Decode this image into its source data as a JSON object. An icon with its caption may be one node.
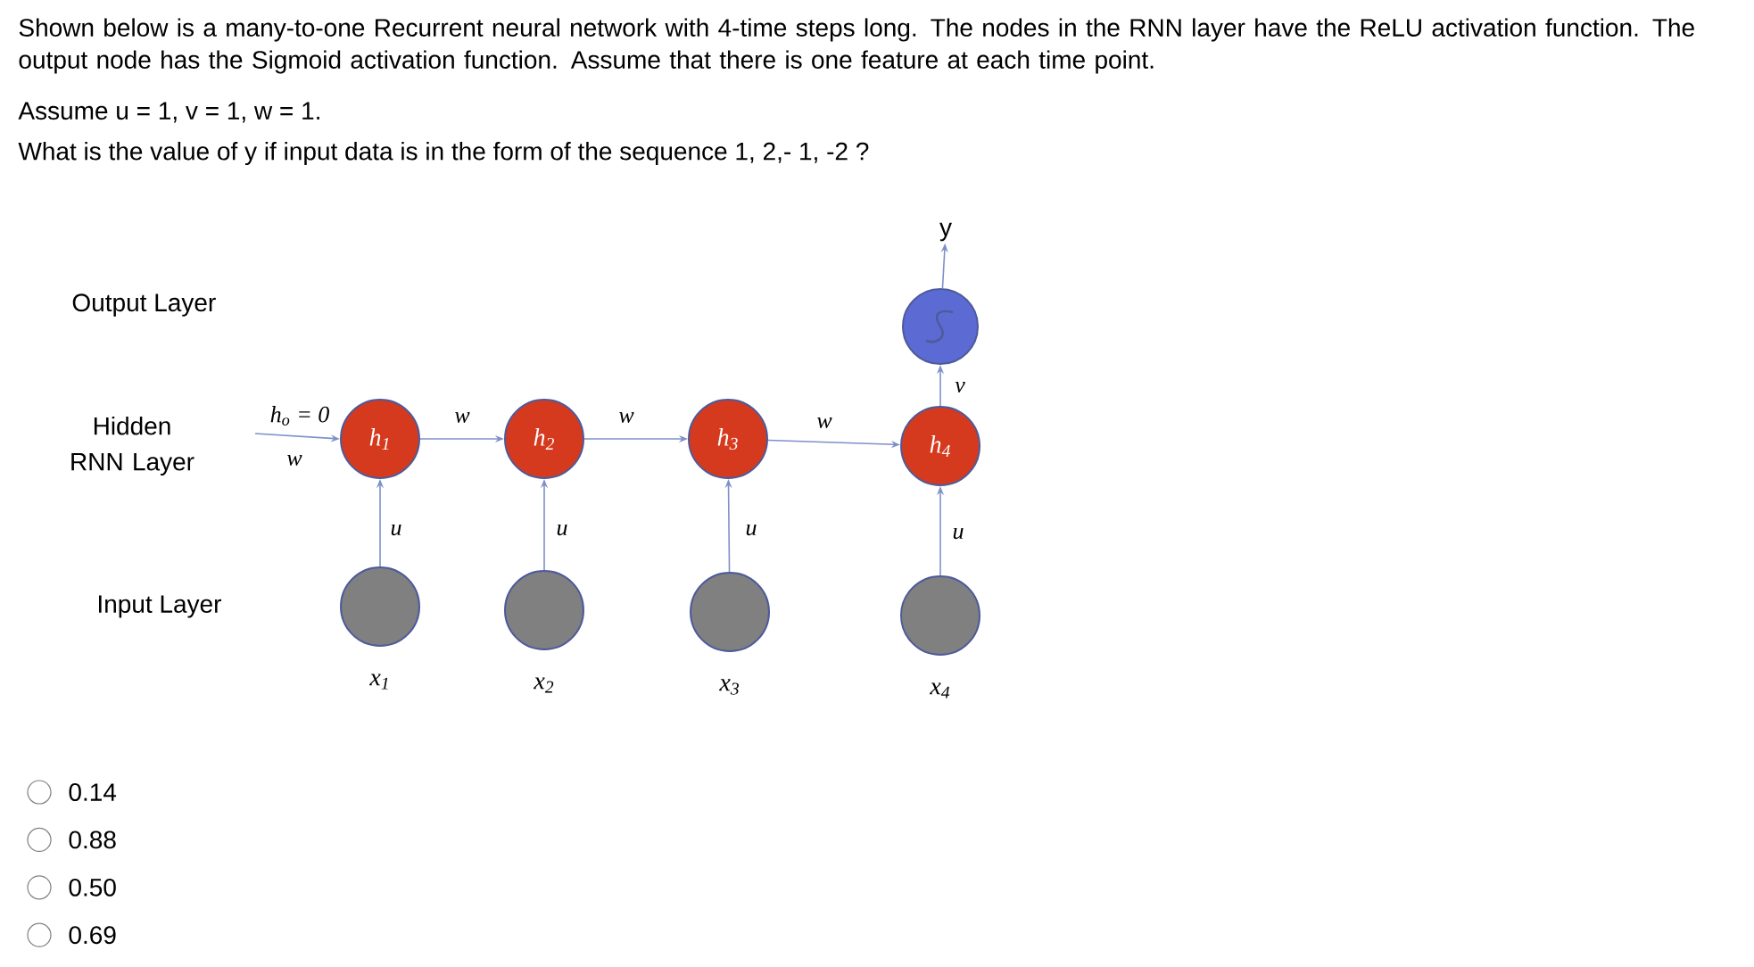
{
  "diagram": {
    "nodes": [
      {
        "text": [
          "h$_{1}$"
        ]
      },
      {
        "text": [
          "h$_{2}$"
        ]
      },
      {
        "text": [
          "h$_{3}$"
        ]
      },
      {
        "text": [
          "h$_{4}$"
        ]
      },
      {
        "text": [],
        "shape": "circle",
        "beside": [
          "x$_{1}$"
        ]
      },
      {
        "text": [],
        "shape": "circle",
        "beside": [
          "x$_{2}$"
        ]
      },
      {
        "text": [],
        "shape": "circle",
        "beside": [
          "x$_{3}$"
        ]
      },
      {
        "text": [],
        "shape": "circle",
        "beside": [
          "x$_{4}$"
        ]
      },
      {
        "text": [],
        "shape": "circle"
      },
      {
        "text": [
          "y"
        ]
      }
    ],
    "edges": [
      {
        "from": null,
        "to": 0,
        "arrow": "to",
        "label": "w"
      },
      {
        "from": 0,
        "to": 1,
        "arrow": "to",
        "label": "w"
      },
      {
        "from": 1,
        "to": 2,
        "arrow": "to",
        "label": "w"
      },
      {
        "from": 2,
        "to": 3,
        "arrow": "to",
        "label": "w"
      },
      {
        "from": 4,
        "to": 0,
        "arrow": "to",
        "label": "u"
      },
      {
        "from": 5,
        "to": 1,
        "arrow": "to",
        "label": "u"
      },
      {
        "from": 6,
        "to": 2,
        "arrow": "to",
        "label": "u"
      },
      {
        "from": 7,
        "to": 3,
        "arrow": "to",
        "label": "u"
      },
      {
        "from": 3,
        "to": 8,
        "arrow": "to",
        "label": "v"
      },
      {
        "from": 8,
        "to": 9,
        "arrow": "to"
      }
    ],
    "labels": [
      "Shown below is a many-to-one Recurrent neural network with 4-time steps long. The nodes in the RNN layer have the ReLU activation function. The output node has the Sigmoid activation function. Assume that there is one feature   at each time point.",
      "Assume u = 1, v = 1, w = 1.",
      "What is the value of y if input data is in the form of the sequence 1, 2,- 1,  -2 ?",
      "Output Layer",
      "Hidden RNN Layer",
      "Input Layer",
      "h$_{o}$ = 0",
      "0.14",
      "0.88",
      "0.50",
      "0.69"
    ]
  }
}
